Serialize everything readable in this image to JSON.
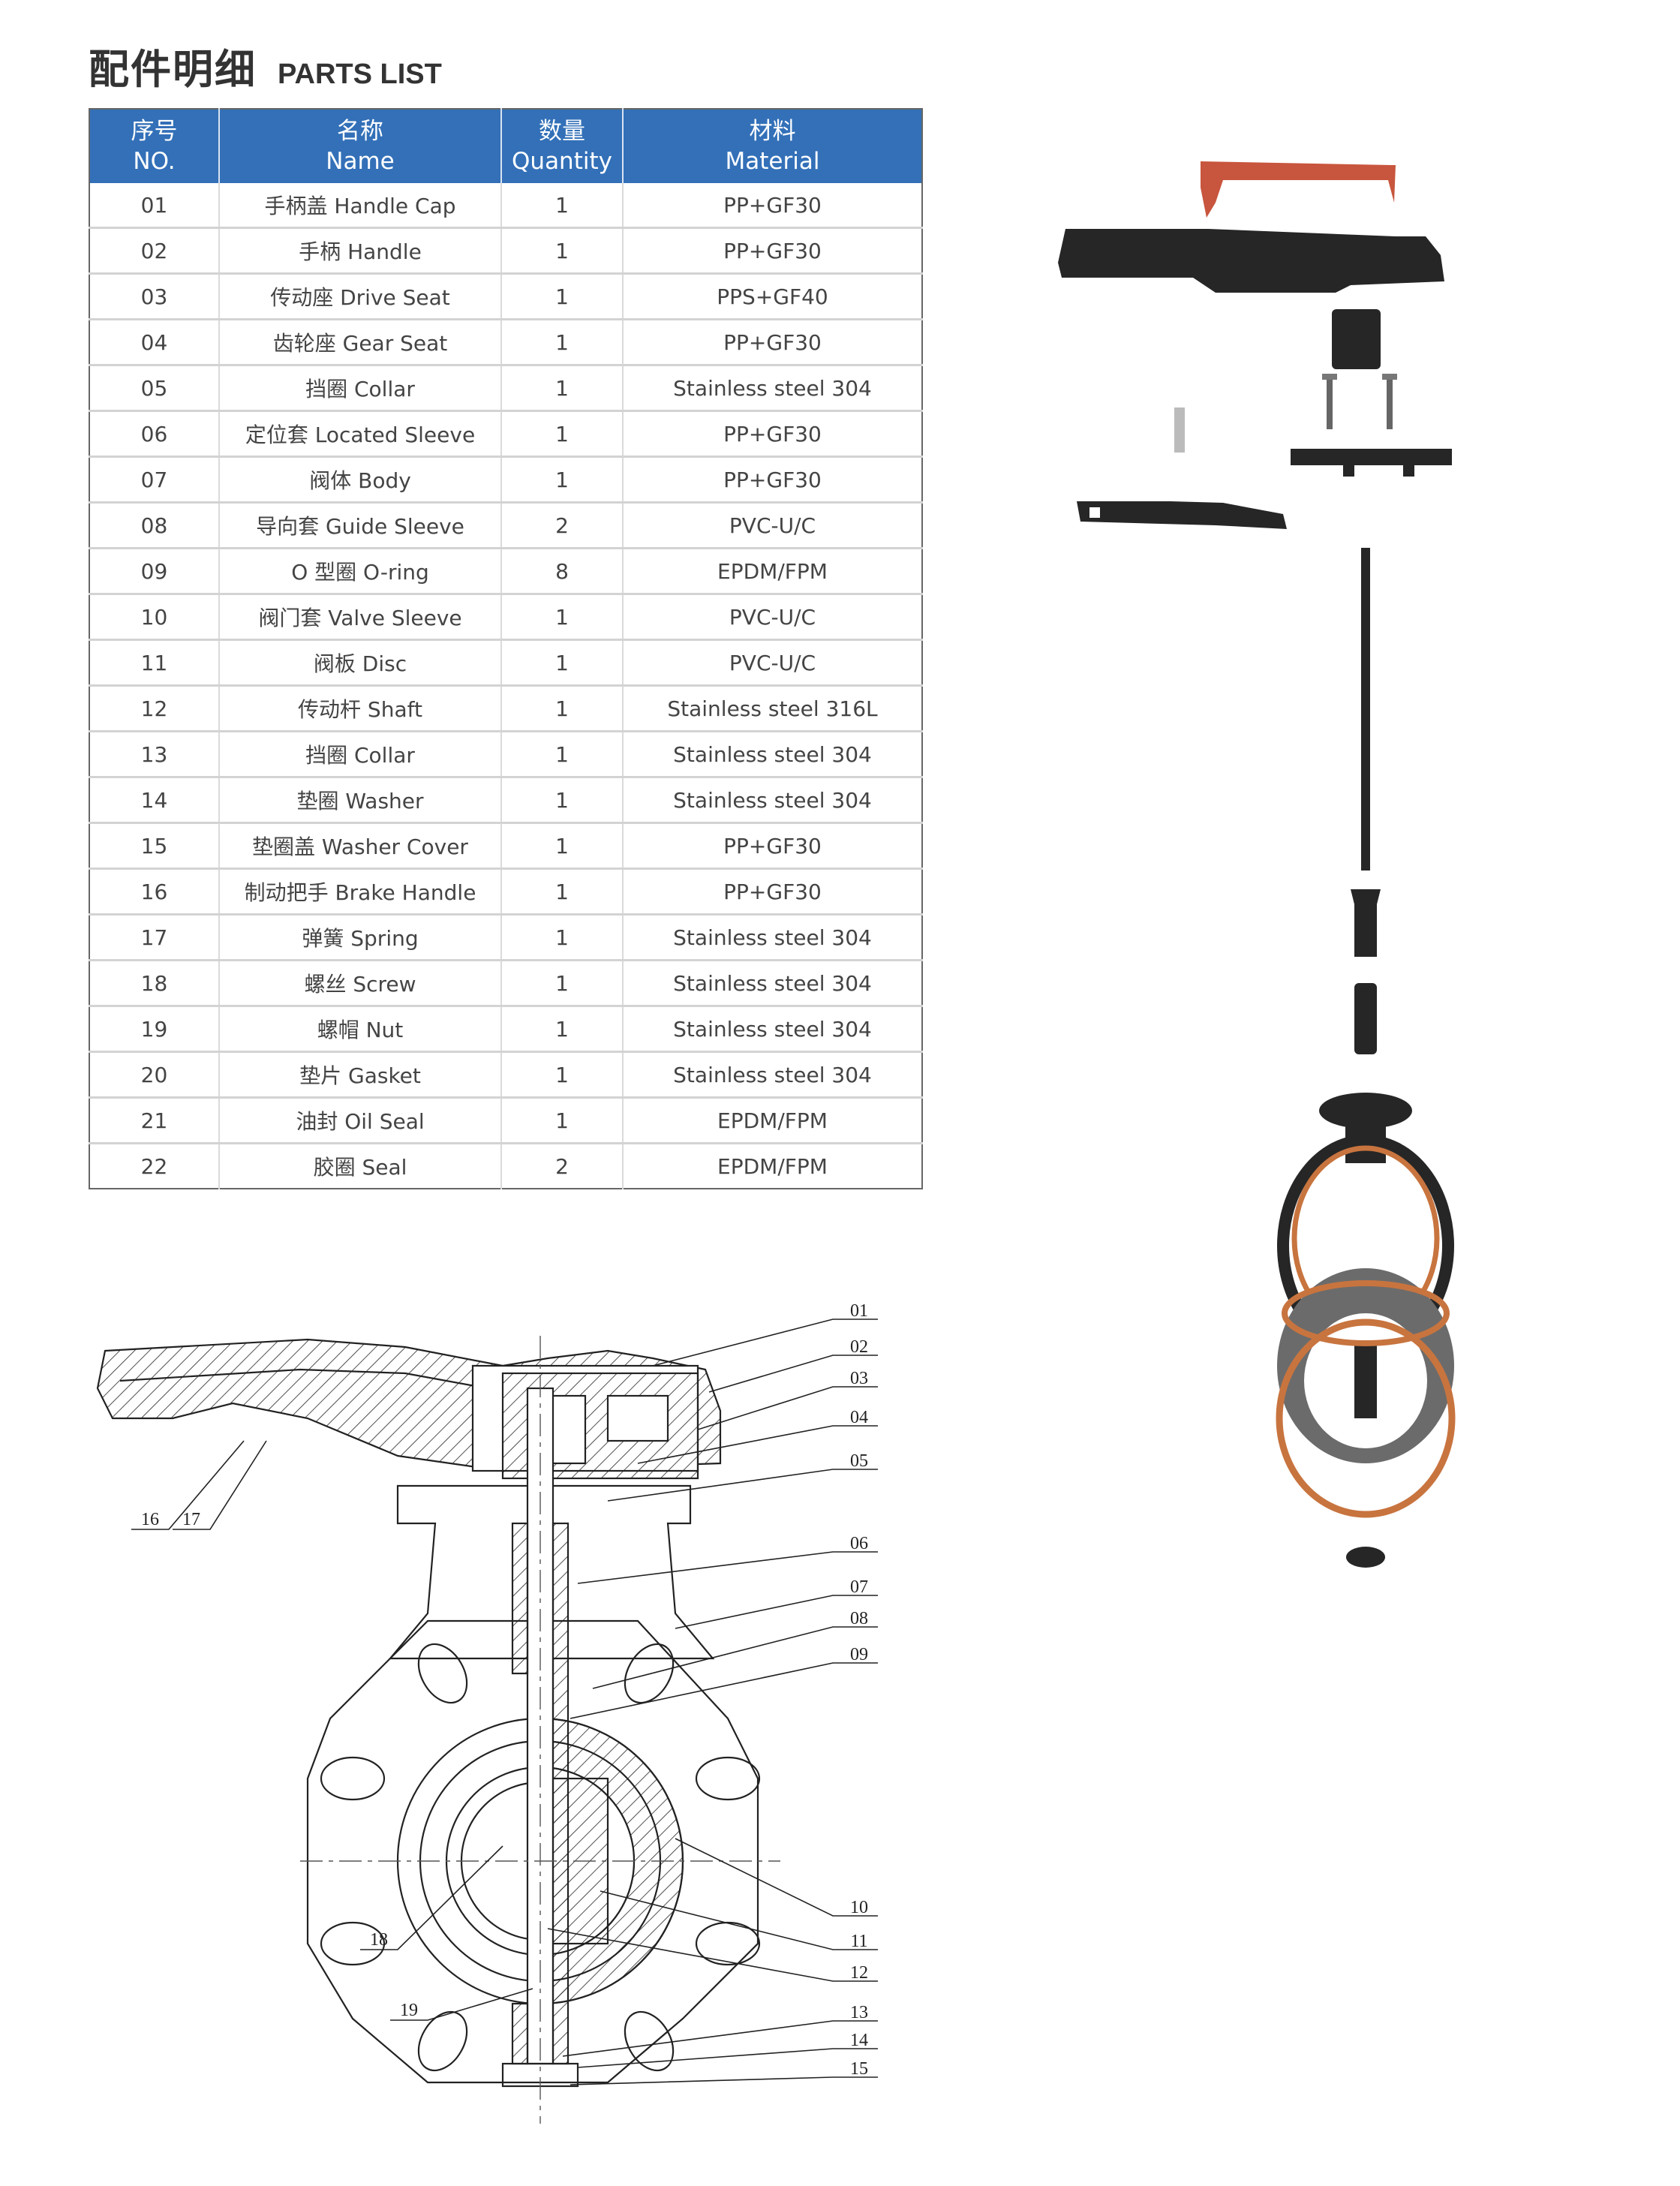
{
  "title": {
    "cn": "配件明细",
    "en": "PARTS LIST"
  },
  "table": {
    "headers": [
      {
        "cn": "序号",
        "en": "NO."
      },
      {
        "cn": "名称",
        "en": "Name"
      },
      {
        "cn": "数量",
        "en": "Quantity"
      },
      {
        "cn": "材料",
        "en": "Material"
      }
    ],
    "rows": [
      {
        "no": "01",
        "name": "手柄盖 Handle Cap",
        "qty": "1",
        "material": "PP+GF30"
      },
      {
        "no": "02",
        "name": "手柄 Handle",
        "qty": "1",
        "material": "PP+GF30"
      },
      {
        "no": "03",
        "name": "传动座 Drive Seat",
        "qty": "1",
        "material": "PPS+GF40"
      },
      {
        "no": "04",
        "name": "齿轮座 Gear Seat",
        "qty": "1",
        "material": "PP+GF30"
      },
      {
        "no": "05",
        "name": "挡圈 Collar",
        "qty": "1",
        "material": "Stainless steel 304"
      },
      {
        "no": "06",
        "name": "定位套 Located Sleeve",
        "qty": "1",
        "material": "PP+GF30"
      },
      {
        "no": "07",
        "name": "阀体 Body",
        "qty": "1",
        "material": "PP+GF30"
      },
      {
        "no": "08",
        "name": "导向套 Guide Sleeve",
        "qty": "2",
        "material": "PVC-U/C"
      },
      {
        "no": "09",
        "name": "O 型圈 O-ring",
        "qty": "8",
        "material": "EPDM/FPM"
      },
      {
        "no": "10",
        "name": "阀门套 Valve Sleeve",
        "qty": "1",
        "material": "PVC-U/C"
      },
      {
        "no": "11",
        "name": "阀板 Disc",
        "qty": "1",
        "material": "PVC-U/C"
      },
      {
        "no": "12",
        "name": "传动杆 Shaft",
        "qty": "1",
        "material": "Stainless steel 316L"
      },
      {
        "no": "13",
        "name": "挡圈 Collar",
        "qty": "1",
        "material": "Stainless steel 304"
      },
      {
        "no": "14",
        "name": "垫圈 Washer",
        "qty": "1",
        "material": "Stainless steel 304"
      },
      {
        "no": "15",
        "name": "垫圈盖 Washer Cover",
        "qty": "1",
        "material": "PP+GF30"
      },
      {
        "no": "16",
        "name": "制动把手 Brake Handle",
        "qty": "1",
        "material": "PP+GF30"
      },
      {
        "no": "17",
        "name": "弹簧 Spring",
        "qty": "1",
        "material": "Stainless steel 304"
      },
      {
        "no": "18",
        "name": "螺丝 Screw",
        "qty": "1",
        "material": "Stainless steel 304"
      },
      {
        "no": "19",
        "name": "螺帽 Nut",
        "qty": "1",
        "material": "Stainless steel 304"
      },
      {
        "no": "20",
        "name": "垫片 Gasket",
        "qty": "1",
        "material": "Stainless steel 304"
      },
      {
        "no": "21",
        "name": "油封 Oil Seal",
        "qty": "1",
        "material": "EPDM/FPM"
      },
      {
        "no": "22",
        "name": "胶圈 Seal",
        "qty": "2",
        "material": "EPDM/FPM"
      }
    ]
  },
  "drawing": {
    "callouts_right": [
      "01",
      "02",
      "03",
      "04",
      "05",
      "06",
      "07",
      "08",
      "09",
      "10",
      "11",
      "12",
      "13",
      "14",
      "15"
    ],
    "callouts_left": [
      "16",
      "17",
      "18",
      "19"
    ]
  },
  "colors": {
    "header_bg": "#3370b8",
    "handle_cap": "#c8553d",
    "body_dark": "#262626",
    "sleeve_grey": "#6b6b6b",
    "seal_orange": "#c8743f"
  }
}
